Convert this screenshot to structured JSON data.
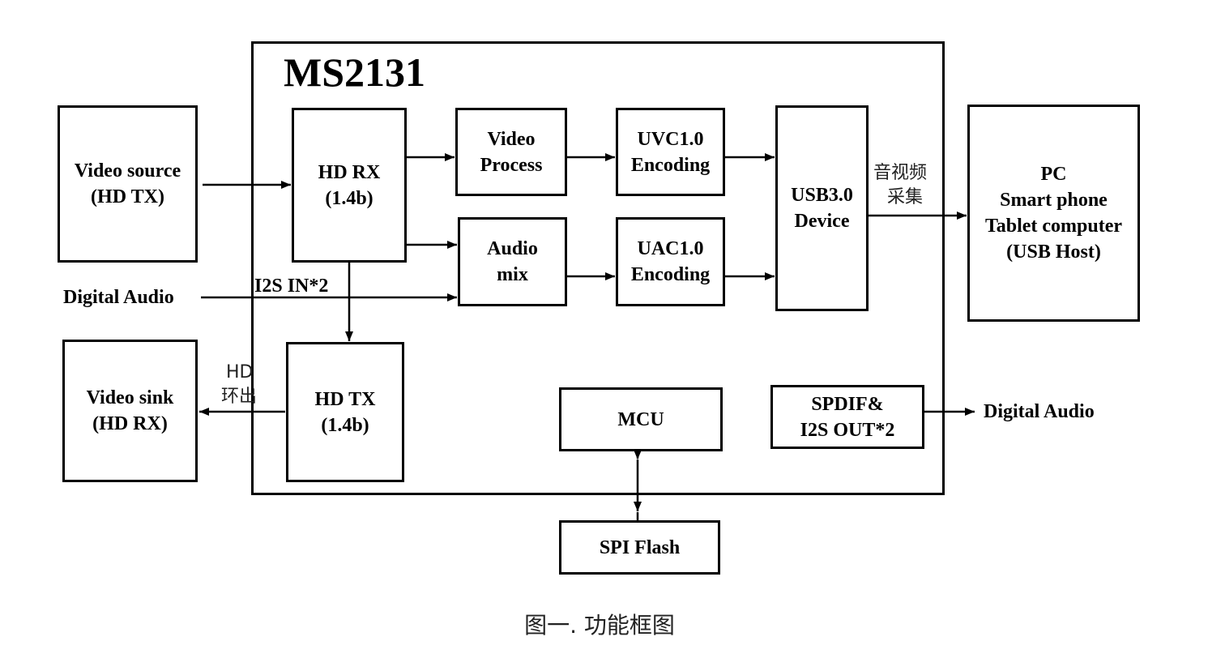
{
  "chip_title": "MS2131",
  "blocks": {
    "video_source": [
      "Video source",
      "(HD TX)"
    ],
    "hd_rx": [
      "HD RX",
      "(1.4b)"
    ],
    "video_process": [
      "Video",
      "Process"
    ],
    "uvc": [
      "UVC1.0",
      "Encoding"
    ],
    "audio_mix": [
      "Audio",
      "mix"
    ],
    "uac": [
      "UAC1.0",
      "Encoding"
    ],
    "usb": [
      "USB3.0",
      "Device"
    ],
    "pc": [
      "PC",
      "Smart phone",
      "Tablet computer",
      "(USB Host)"
    ],
    "video_sink": [
      "Video sink",
      "(HD RX)"
    ],
    "hd_tx": [
      "HD TX",
      "(1.4b)"
    ],
    "mcu": [
      "MCU"
    ],
    "spdif": [
      "SPDIF&",
      "I2S OUT*2"
    ],
    "spi_flash": [
      "SPI Flash"
    ]
  },
  "labels": {
    "digital_audio_in": "Digital Audio",
    "i2s_in": "I2S IN*2",
    "av_capture": [
      "音视频",
      "采集"
    ],
    "hd_loop": [
      "HD",
      "环出"
    ],
    "digital_audio_out": "Digital Audio"
  },
  "caption": "图一. 功能框图"
}
